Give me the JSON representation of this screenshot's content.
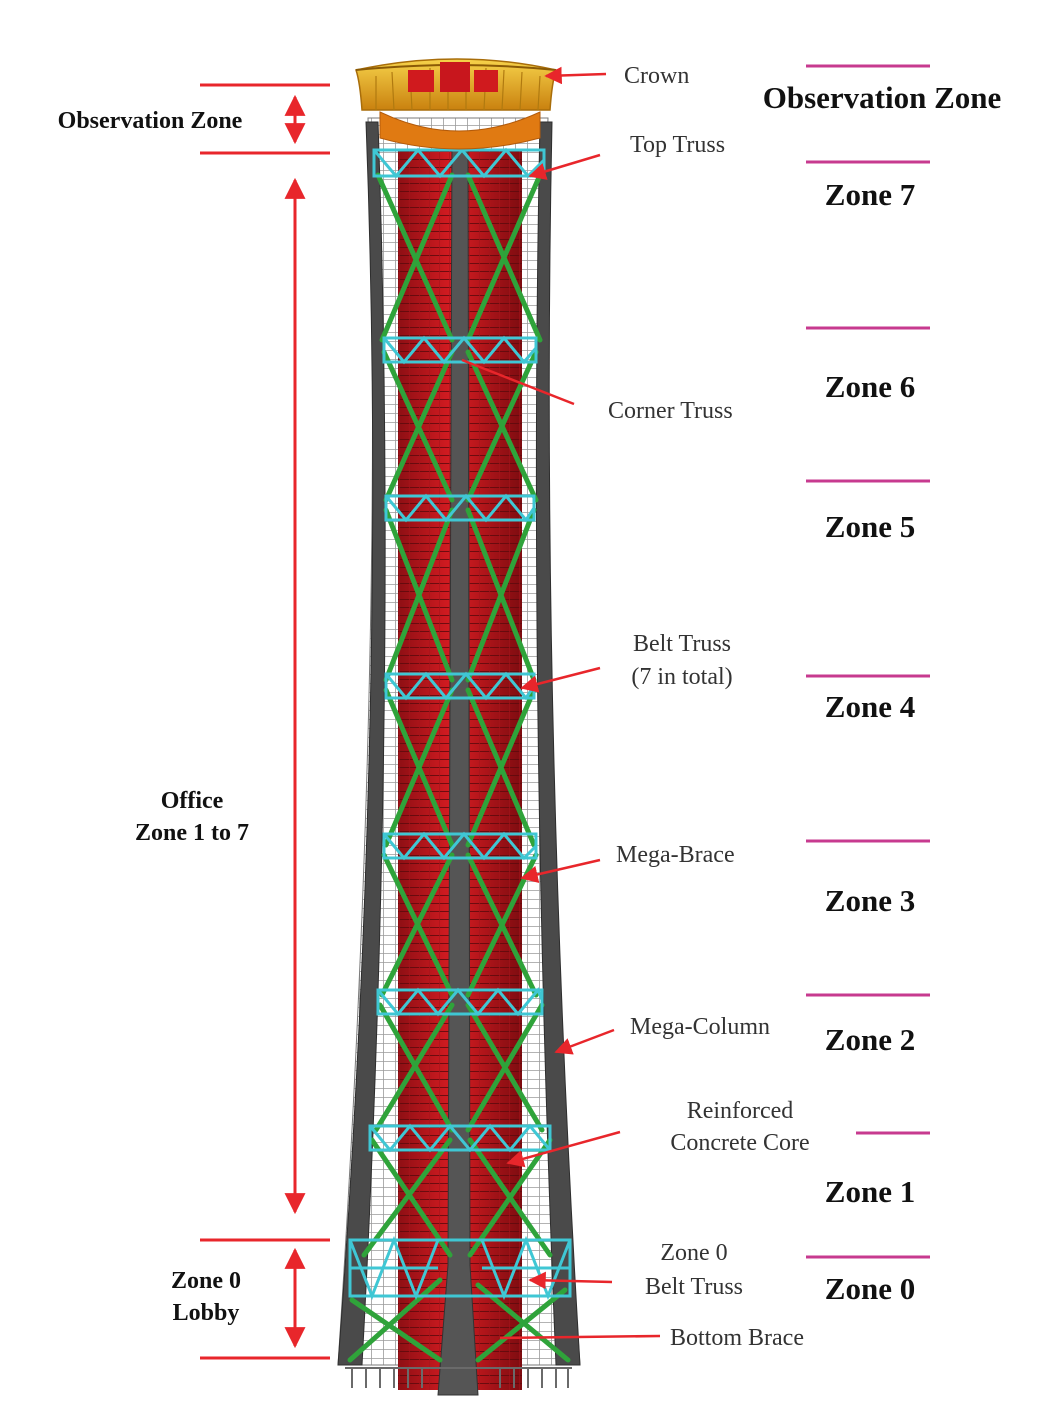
{
  "left_annotations": {
    "observation": [
      "Observation Zone"
    ],
    "office": [
      "Office",
      "Zone 1 to 7"
    ],
    "lobby": [
      "Zone 0",
      "Lobby"
    ]
  },
  "component_labels": {
    "crown": [
      "Crown"
    ],
    "top_truss": [
      "Top Truss"
    ],
    "corner_truss": [
      "Corner Truss"
    ],
    "belt_truss": [
      "Belt Truss",
      "(7 in total)"
    ],
    "mega_brace": [
      "Mega-Brace"
    ],
    "mega_column": [
      "Mega-Column"
    ],
    "core": [
      "Reinforced",
      "Concrete Core"
    ],
    "zone0_belt_truss": [
      "Zone 0",
      "Belt Truss"
    ],
    "bottom_brace": [
      "Bottom Brace"
    ]
  },
  "zone_labels": [
    "Observation Zone",
    "Zone 7",
    "Zone 6",
    "Zone 5",
    "Zone 4",
    "Zone 3",
    "Zone 2",
    "Zone 1",
    "Zone 0"
  ],
  "colors": {
    "annotation_red": "#e8262b",
    "zone_divider_magenta": "#c73a8f",
    "core_red": "#c8161d",
    "mega_column_gray": "#4a4a4a",
    "mega_brace_green": "#2fa33a",
    "belt_truss_cyan": "#3fc7d4",
    "crown_gold": "#e2a41c"
  }
}
